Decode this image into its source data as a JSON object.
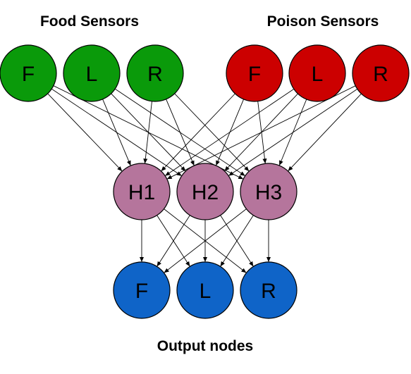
{
  "titles": {
    "food_sensors": "Food Sensors",
    "poison_sensors": "Poison Sensors",
    "output_nodes": "Output nodes"
  },
  "colors": {
    "food": "#0a9a0a",
    "poison": "#cc0000",
    "hidden": "#b5759c",
    "output": "#0f64c8"
  },
  "food_sensors": [
    {
      "id": "food-f",
      "label": "F"
    },
    {
      "id": "food-l",
      "label": "L"
    },
    {
      "id": "food-r",
      "label": "R"
    }
  ],
  "poison_sensors": [
    {
      "id": "poison-f",
      "label": "F"
    },
    {
      "id": "poison-l",
      "label": "L"
    },
    {
      "id": "poison-r",
      "label": "R"
    }
  ],
  "hidden_nodes": [
    {
      "id": "h1",
      "label": "H1"
    },
    {
      "id": "h2",
      "label": "H2"
    },
    {
      "id": "h3",
      "label": "H3"
    }
  ],
  "output_nodes": [
    {
      "id": "out-f",
      "label": "F"
    },
    {
      "id": "out-l",
      "label": "L"
    },
    {
      "id": "out-r",
      "label": "R"
    }
  ]
}
